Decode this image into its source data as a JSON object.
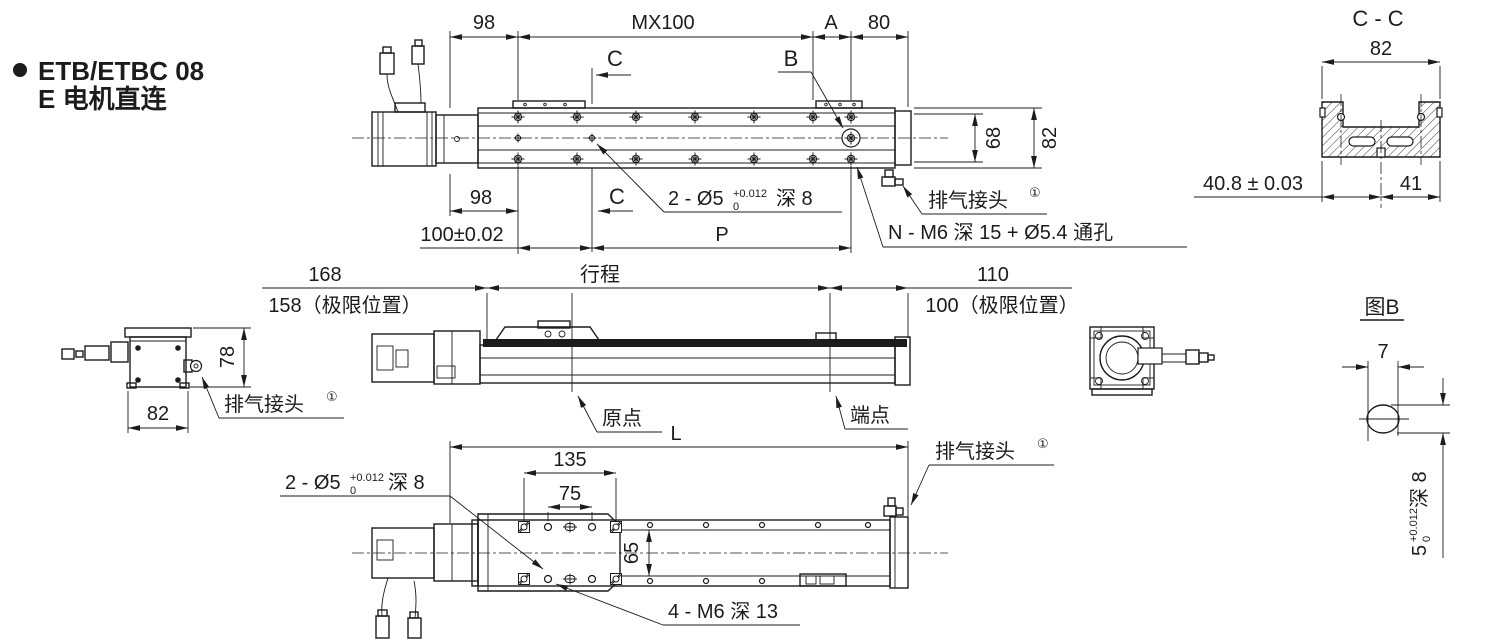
{
  "title": {
    "bullet": "●",
    "product": "ETB/ETBC 08",
    "variant": "E 电机直连"
  },
  "shared": {
    "exhaust": "排气接头",
    "note1": "①",
    "pin_qty": "2 - Ø5",
    "tol_plus": "+0.012",
    "tol_zero": "0",
    "depth8": "深 8"
  },
  "top_view": {
    "dim_98_top": "98",
    "dim_mx": "MX100",
    "dim_a": "A",
    "dim_80": "80",
    "sec_c": "C",
    "label_b": "B",
    "dim_68": "68",
    "dim_82": "82",
    "dim_98_b": "98",
    "sec_c2": "C",
    "dim_100": "100±0.02",
    "dim_p": "P",
    "n_note": "N - M6 深 15 + Ø5.4 通孔"
  },
  "section_cc": {
    "title": "C - C",
    "dim_82": "82",
    "dim_408": "40.8 ± 0.03",
    "dim_41": "41"
  },
  "side_view": {
    "dim_168": "168",
    "dim_158": "158（极限位置）",
    "stroke": "行程",
    "dim_110": "110",
    "dim_100": "100（极限位置）",
    "origin": "原点",
    "endpoint": "端点",
    "dim_78": "78",
    "dim_82": "82"
  },
  "bottom_view": {
    "dim_l": "L",
    "dim_135": "135",
    "dim_75": "75",
    "dim_65": "65",
    "m6_note": "4 - M6 深 13"
  },
  "detail_b": {
    "title": "图B",
    "dim_7": "7",
    "pin_d": "5"
  }
}
